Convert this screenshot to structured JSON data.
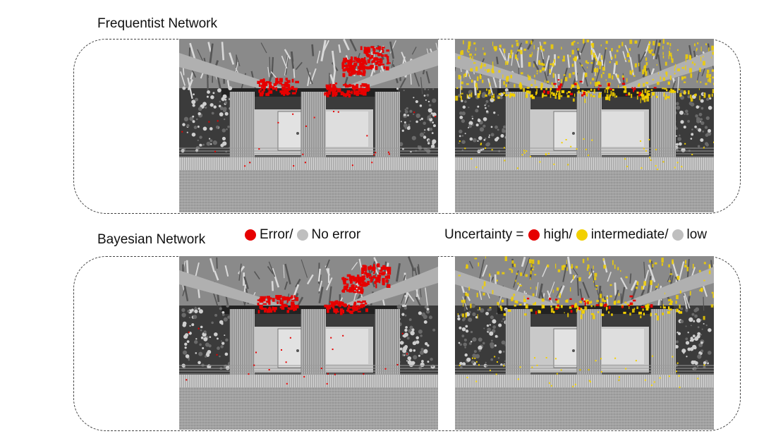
{
  "rows": [
    {
      "title": "Frequentist Network"
    },
    {
      "title": "Bayesian Network"
    }
  ],
  "legend_error": {
    "items": [
      {
        "label": "Error",
        "separator": " /",
        "color": "#e60000"
      },
      {
        "label": "No error",
        "separator": "",
        "color": "#bfbfbf"
      }
    ]
  },
  "legend_uncertainty": {
    "prefix": "Uncertainty =",
    "items": [
      {
        "label": "high",
        "separator": " /",
        "color": "#e60000"
      },
      {
        "label": "intermediate",
        "separator": " /",
        "color": "#f2d000"
      },
      {
        "label": "low",
        "separator": "",
        "color": "#bfbfbf"
      }
    ]
  },
  "colors": {
    "error": "#e60000",
    "intermediate": "#f2d000",
    "none": "#bfbfbf"
  }
}
